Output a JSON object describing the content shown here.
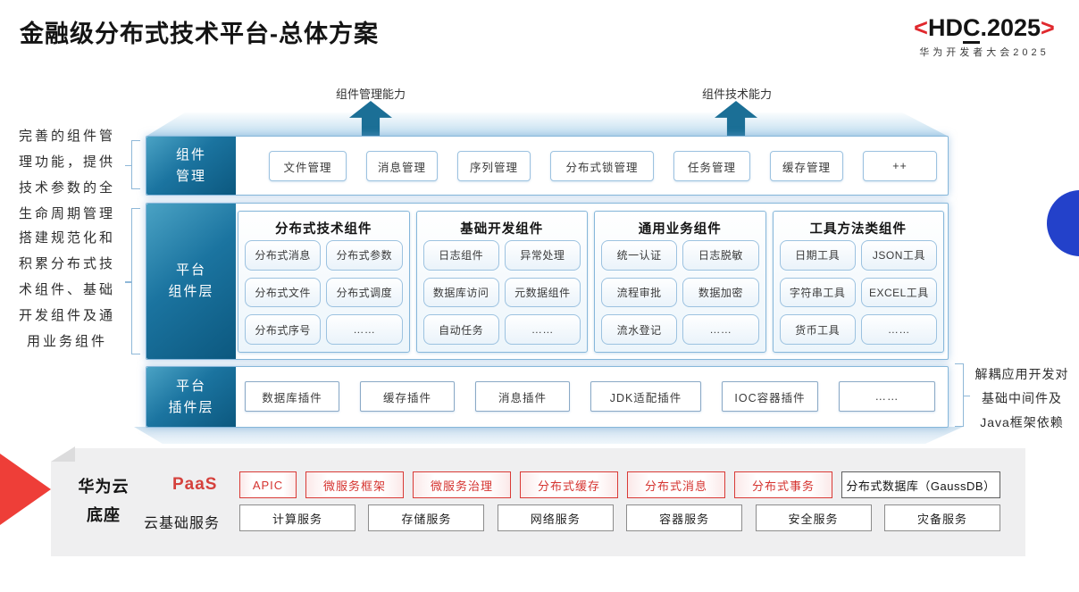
{
  "title": "金融级分布式技术平台-总体方案",
  "logo": {
    "left_bracket": "<",
    "part1": "HD",
    "part2": "C",
    "part3": ".2025",
    "right_bracket": ">",
    "subtitle": "华为开发者大会2025"
  },
  "arrows": {
    "left_label": "组件管理能力",
    "right_label": "组件技术能力"
  },
  "notes": {
    "left1": "完善的组件管理功能，提供技术参数的全生命周期管理",
    "left2": "搭建规范化和积累分布式技术组件、基础开发组件及通用业务组件",
    "right": "解耦应用开发对基础中间件及Java框架依赖"
  },
  "rows": {
    "manage": {
      "label": "组件\n管理",
      "items": [
        "文件管理",
        "消息管理",
        "序列管理",
        "分布式锁管理",
        "任务管理",
        "缓存管理",
        "++"
      ]
    },
    "component": {
      "label": "平台\n组件层",
      "columns": [
        {
          "header": "分布式技术组件",
          "items": [
            "分布式消息",
            "分布式参数",
            "分布式文件",
            "分布式调度",
            "分布式序号",
            "……"
          ]
        },
        {
          "header": "基础开发组件",
          "items": [
            "日志组件",
            "异常处理",
            "数据库访问",
            "元数据组件",
            "自动任务",
            "……"
          ]
        },
        {
          "header": "通用业务组件",
          "items": [
            "统一认证",
            "日志脱敏",
            "流程审批",
            "数据加密",
            "流水登记",
            "……"
          ]
        },
        {
          "header": "工具方法类组件",
          "items": [
            "日期工具",
            "JSON工具",
            "字符串工具",
            "EXCEL工具",
            "货币工具",
            "……"
          ]
        }
      ]
    },
    "plugin": {
      "label": "平台\n插件层",
      "items": [
        "数据库插件",
        "缓存插件",
        "消息插件",
        "JDK适配插件",
        "IOC容器插件",
        "……"
      ]
    }
  },
  "foundation": {
    "name": "华为云\n底座",
    "paas_label": "PaaS",
    "paas_items": [
      "APIC",
      "微服务框架",
      "微服务治理",
      "分布式缓存",
      "分布式消息",
      "分布式事务"
    ],
    "paas_db_item": "分布式数据库（GaussDB）",
    "iaas_label": "云基础服务",
    "iaas_items": [
      "计算服务",
      "存储服务",
      "网络服务",
      "容器服务",
      "安全服务",
      "灾备服务"
    ]
  },
  "colors": {
    "teal_label": "#1b74a0",
    "arrow_teal": "#1b6f96",
    "box_border_blue": "#9cc2e0",
    "red_accent": "#d5332f",
    "red_triangle": "#ee3e38",
    "blue_circle": "#2341ca",
    "panel_gray": "#efeff0"
  }
}
